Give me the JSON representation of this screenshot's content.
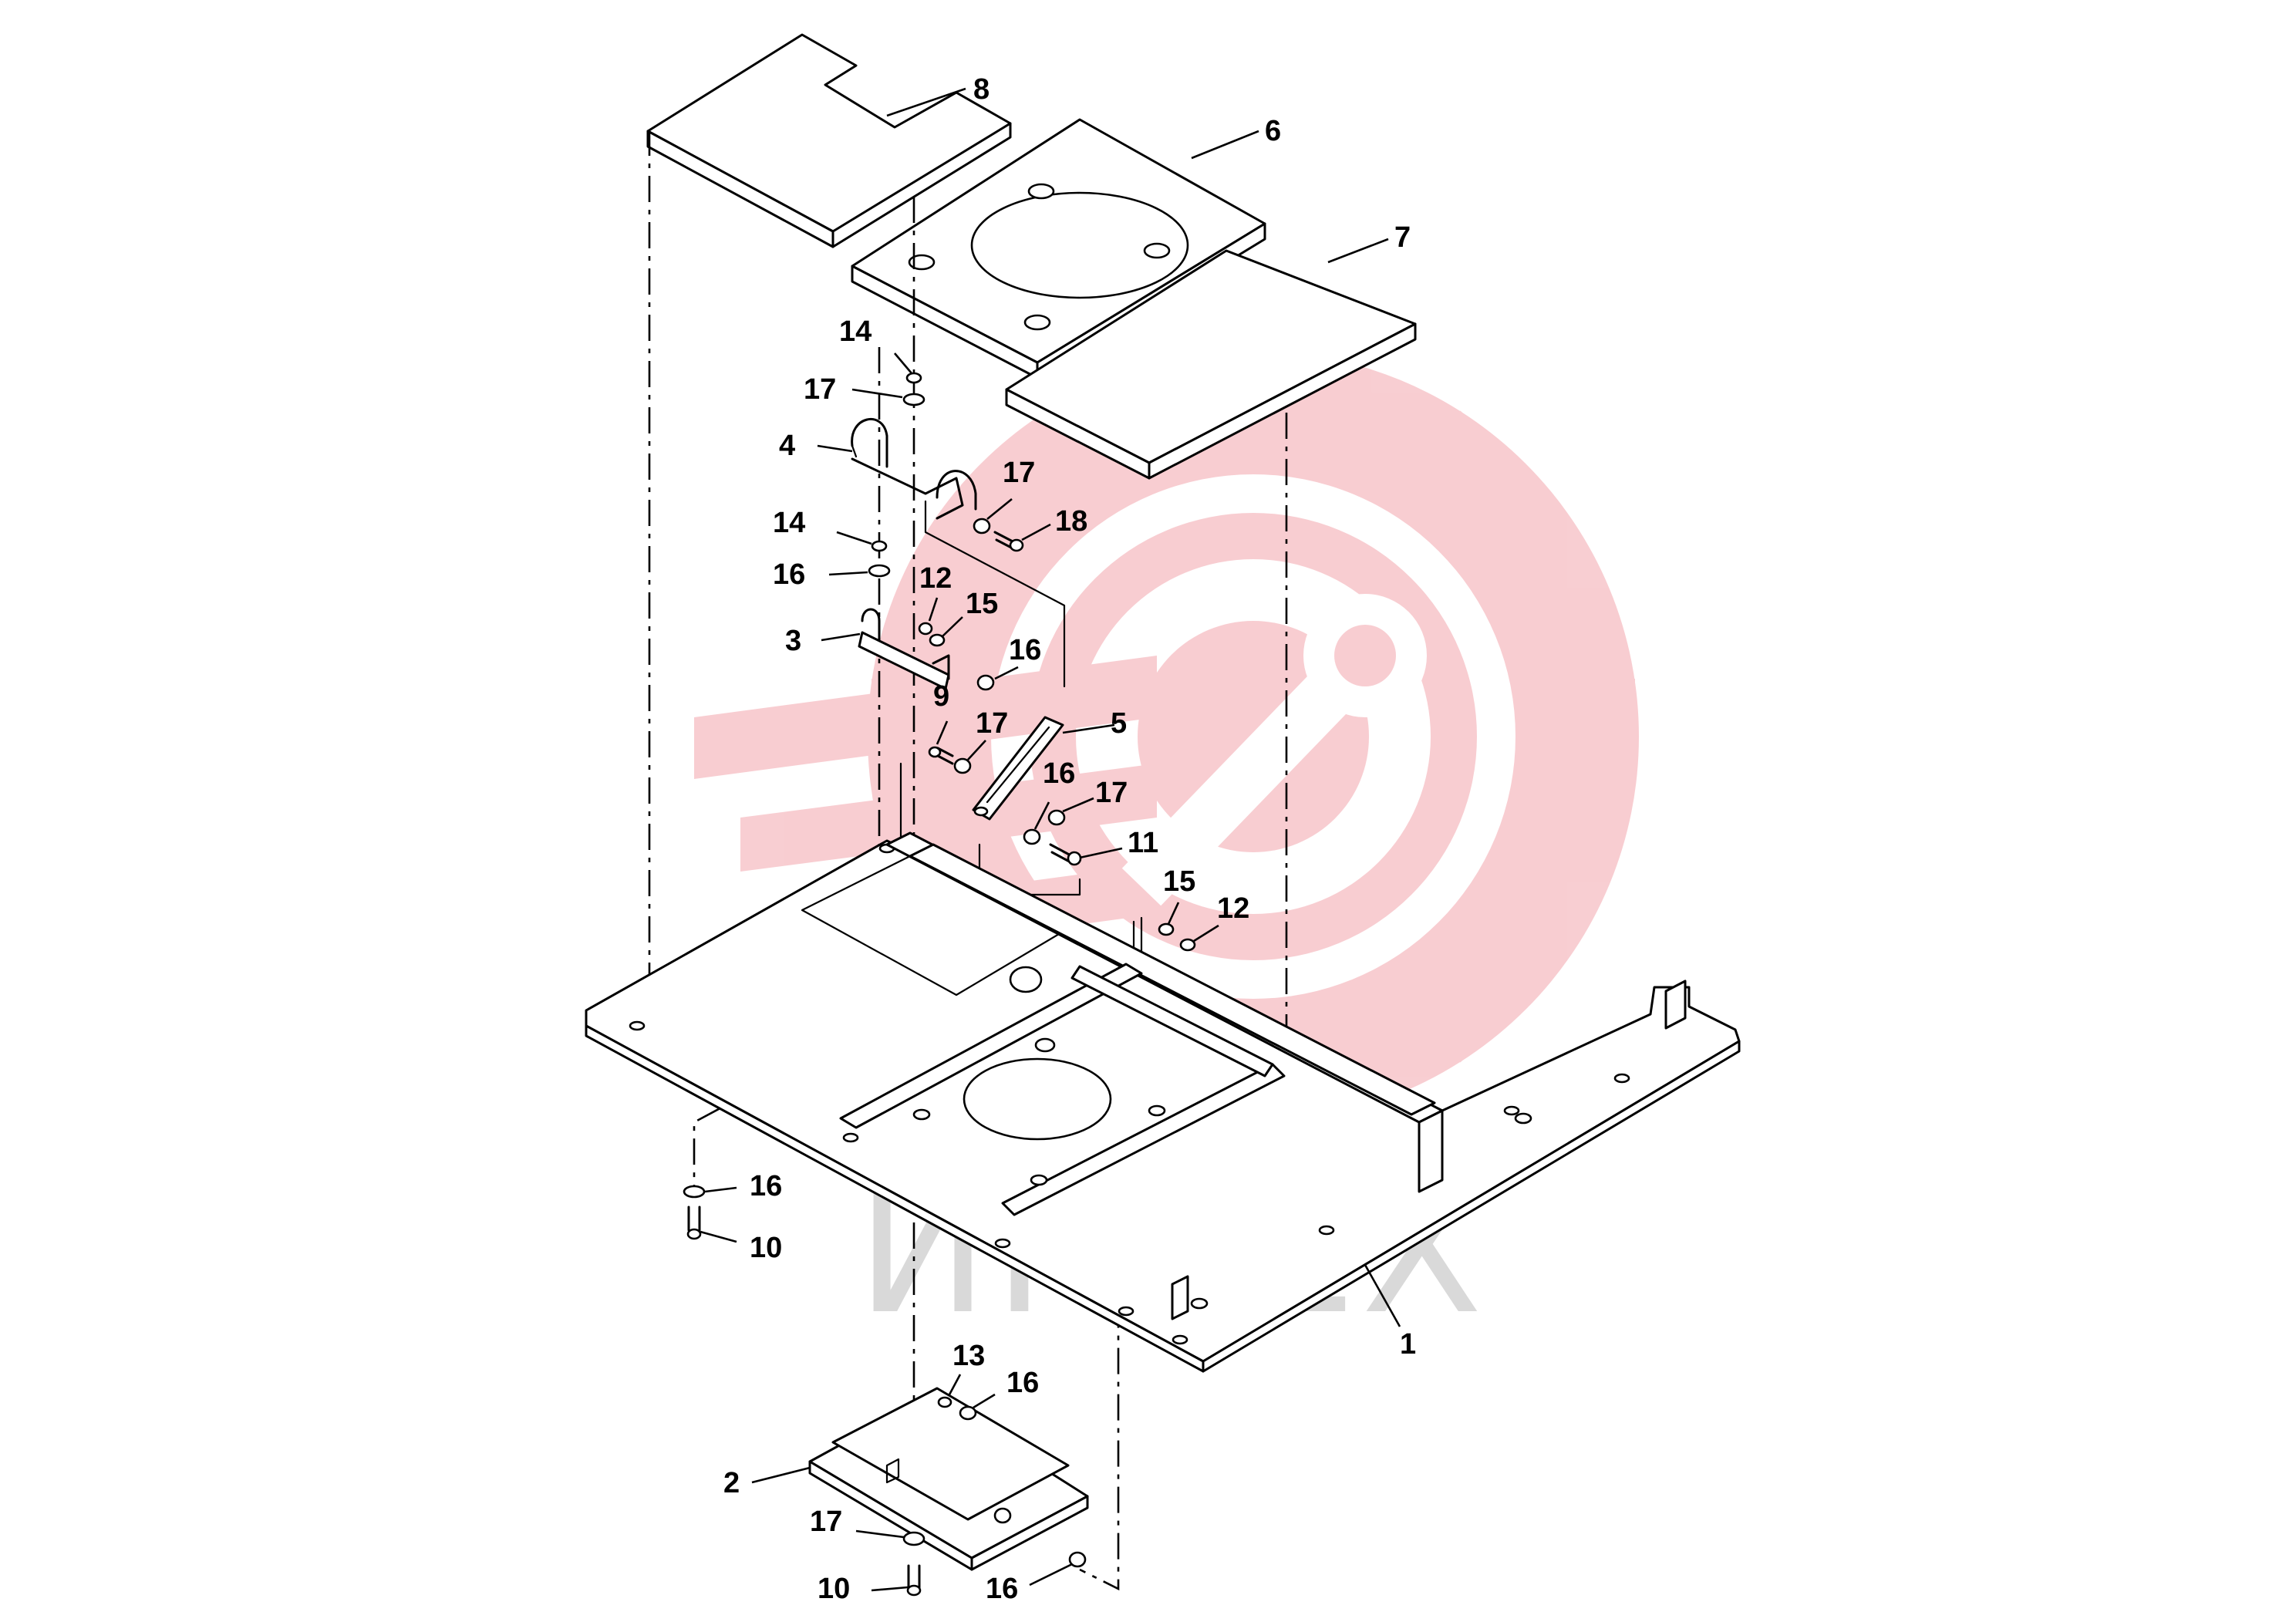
{
  "watermark": {
    "text": "ИНТЕХ",
    "gear_color": "#f8c8cc",
    "text_color": "#d9d9d9"
  },
  "labels": [
    {
      "id": "p8",
      "text": "8"
    },
    {
      "id": "p6",
      "text": "6"
    },
    {
      "id": "p7",
      "text": "7"
    },
    {
      "id": "p14a",
      "text": "14"
    },
    {
      "id": "p17a",
      "text": "17"
    },
    {
      "id": "p4",
      "text": "4"
    },
    {
      "id": "p17b",
      "text": "17"
    },
    {
      "id": "p18",
      "text": "18"
    },
    {
      "id": "p14b",
      "text": "14"
    },
    {
      "id": "p16a",
      "text": "16"
    },
    {
      "id": "p12a",
      "text": "12"
    },
    {
      "id": "p15a",
      "text": "15"
    },
    {
      "id": "p3",
      "text": "3"
    },
    {
      "id": "p16b",
      "text": "16"
    },
    {
      "id": "p9",
      "text": "9"
    },
    {
      "id": "p17c",
      "text": "17"
    },
    {
      "id": "p5",
      "text": "5"
    },
    {
      "id": "p16c",
      "text": "16"
    },
    {
      "id": "p17d",
      "text": "17"
    },
    {
      "id": "p11",
      "text": "11"
    },
    {
      "id": "p15b",
      "text": "15"
    },
    {
      "id": "p12b",
      "text": "12"
    },
    {
      "id": "p16d",
      "text": "16"
    },
    {
      "id": "p10a",
      "text": "10"
    },
    {
      "id": "p1",
      "text": "1"
    },
    {
      "id": "p13",
      "text": "13"
    },
    {
      "id": "p16e",
      "text": "16"
    },
    {
      "id": "p2",
      "text": "2"
    },
    {
      "id": "p17e",
      "text": "17"
    },
    {
      "id": "p10b",
      "text": "10"
    },
    {
      "id": "p16f",
      "text": "16"
    }
  ]
}
